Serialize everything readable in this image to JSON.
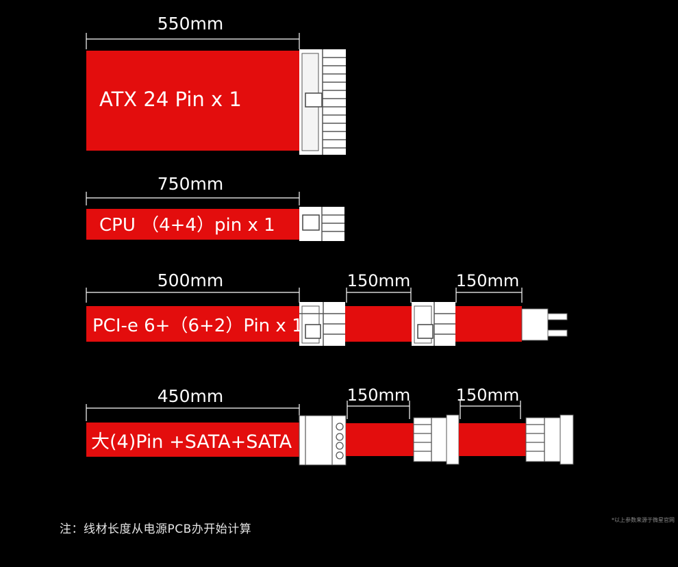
{
  "cables": [
    {
      "length": "550mm",
      "label": "ATX 24 Pin x 1"
    },
    {
      "length": "750mm",
      "label": "CPU （4+4）pin x 1"
    },
    {
      "length": "500mm",
      "label": "PCI-e 6+（6+2）Pin x 1",
      "extensions": [
        "150mm",
        "150mm"
      ]
    },
    {
      "length": "450mm",
      "label": "大(4)Pin +SATA+SATA",
      "extensions": [
        "150mm",
        "150mm"
      ]
    }
  ],
  "note": "注：线材长度从电源PCB办开始计算",
  "source": "*以上参数来源于微星官网",
  "colors": {
    "cable": "#e30d0d",
    "connector": "#ffffff",
    "background": "#000000",
    "text": "#ffffff"
  }
}
